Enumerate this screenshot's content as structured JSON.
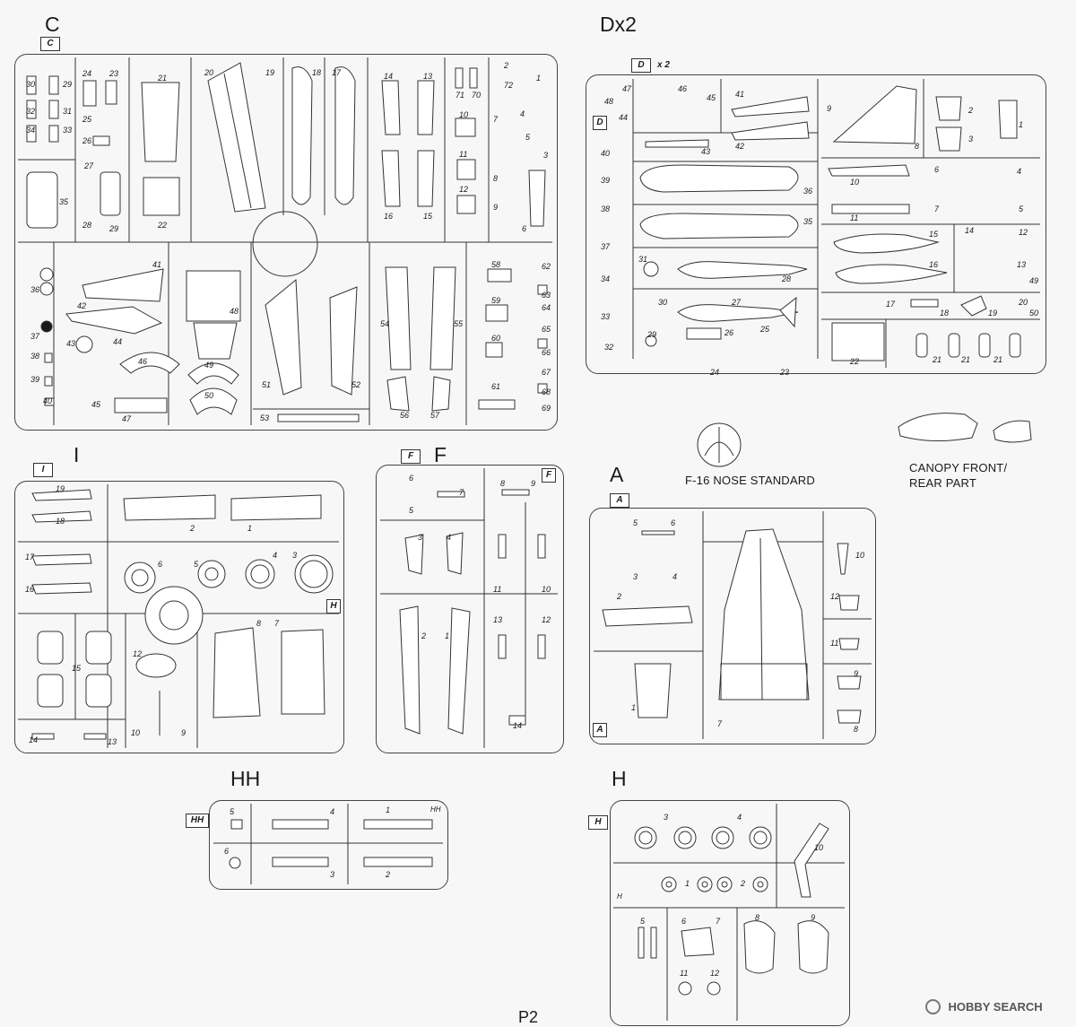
{
  "sprue_titles": {
    "c": "C",
    "d": "Dx2",
    "i": "I",
    "f": "F",
    "a": "A",
    "hh": "HH",
    "h": "H"
  },
  "sprue_tags": {
    "c": "C",
    "d": "D",
    "d_mult": "x 2",
    "d_inner": "D",
    "i": "I",
    "f": "F",
    "f_inner": "F",
    "a": "A",
    "a_inner": "A",
    "i_inner": "H",
    "hh": "HH",
    "hh_inner": "HH",
    "h": "H",
    "h_inner": "H"
  },
  "captions": {
    "nose": "F-16 NOSE STANDARD",
    "canopy_line1": "CANOPY FRONT/",
    "canopy_line2": "REAR PART"
  },
  "page_label": "P2",
  "watermark": "HOBBY SEARCH",
  "part_numbers": {
    "c": [
      "30",
      "29",
      "32",
      "31",
      "34",
      "33",
      "24",
      "23",
      "25",
      "26",
      "27",
      "28",
      "29",
      "21",
      "22",
      "35",
      "20",
      "19",
      "18",
      "17",
      "14",
      "13",
      "16",
      "15",
      "71",
      "70",
      "10",
      "11",
      "12",
      "2",
      "72",
      "1",
      "4",
      "5",
      "3",
      "7",
      "8",
      "9",
      "6",
      "41",
      "42",
      "43",
      "44",
      "45",
      "46",
      "47",
      "48",
      "49",
      "50",
      "36",
      "37",
      "38",
      "39",
      "40",
      "51",
      "52",
      "53",
      "54",
      "55",
      "56",
      "57",
      "58",
      "59",
      "60",
      "61",
      "62",
      "63",
      "64",
      "65",
      "66",
      "67",
      "68",
      "69"
    ],
    "d": [
      "47",
      "46",
      "45",
      "48",
      "44",
      "41",
      "42",
      "9",
      "8",
      "2",
      "1",
      "3",
      "43",
      "40",
      "36",
      "35",
      "10",
      "11",
      "6",
      "4",
      "7",
      "5",
      "39",
      "38",
      "37",
      "31",
      "30",
      "34",
      "33",
      "32",
      "29",
      "28",
      "27",
      "26",
      "25",
      "24",
      "23",
      "22",
      "15",
      "14",
      "12",
      "16",
      "13",
      "49",
      "17",
      "18",
      "19",
      "20",
      "50",
      "21",
      "21",
      "21"
    ],
    "i": [
      "19",
      "18",
      "17",
      "16",
      "2",
      "1",
      "6",
      "5",
      "4",
      "3",
      "15",
      "12",
      "8",
      "7",
      "10",
      "9",
      "14",
      "13"
    ],
    "f": [
      "6",
      "5",
      "8",
      "9",
      "7",
      "3",
      "4",
      "11",
      "10",
      "2",
      "1",
      "13",
      "12",
      "14"
    ],
    "a": [
      "5",
      "6",
      "3",
      "4",
      "2",
      "1",
      "7",
      "10",
      "12",
      "11",
      "9",
      "8"
    ],
    "hh": [
      "5",
      "4",
      "1",
      "6",
      "3",
      "2"
    ],
    "h": [
      "3",
      "4",
      "1",
      "2",
      "10",
      "5",
      "6",
      "7",
      "8",
      "9",
      "11",
      "12"
    ]
  }
}
